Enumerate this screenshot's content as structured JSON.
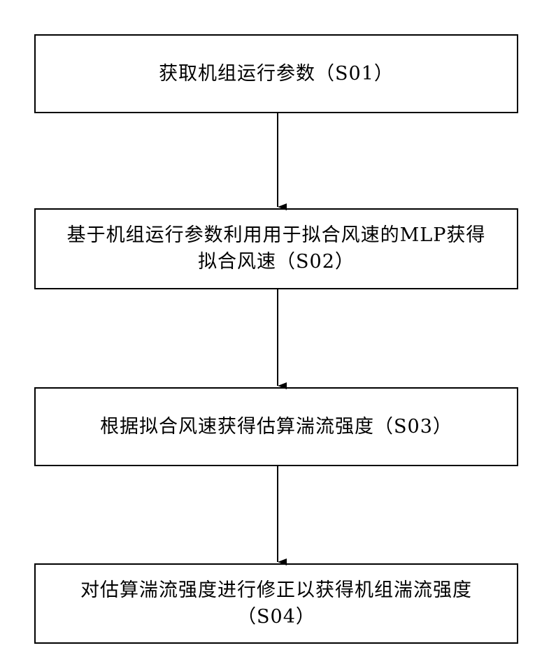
{
  "steps": [
    {
      "lines": [
        "获取机组运行参数（S01）"
      ]
    },
    {
      "lines": [
        "基于机组运行参数利用用于拟合风速的MLP获得",
        "拟合风速（S02）"
      ]
    },
    {
      "lines": [
        "根据拟合风速获得估算湍流强度（S03）"
      ]
    },
    {
      "lines": [
        "对估算湍流强度进行修正以获得机组湍流强度",
        "（S04）"
      ]
    }
  ],
  "colors": {
    "stroke": "#000000",
    "background": "#ffffff"
  }
}
